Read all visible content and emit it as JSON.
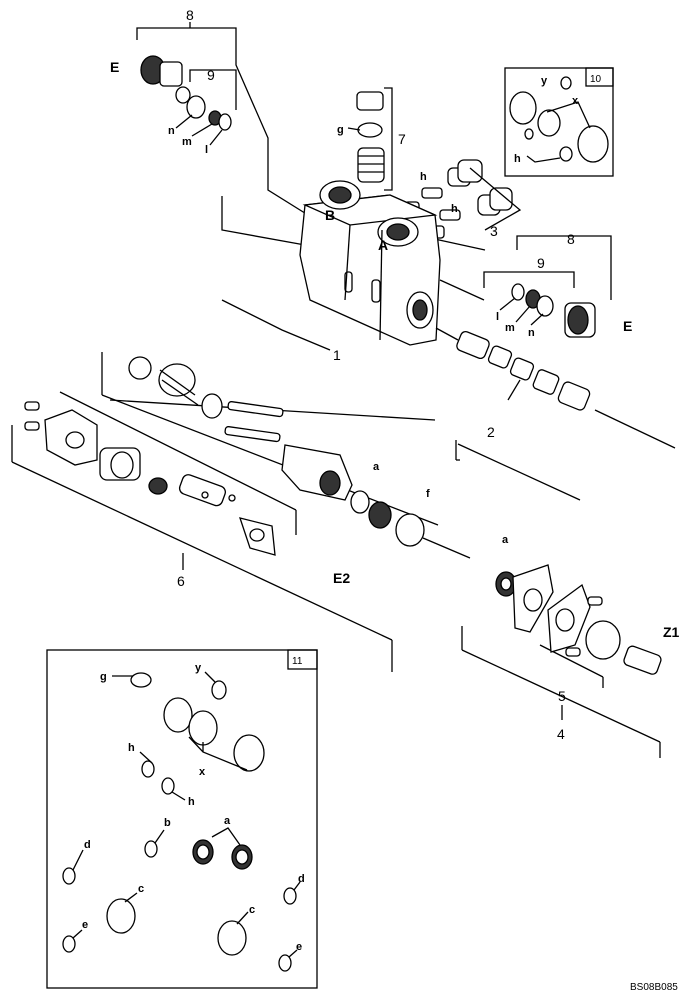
{
  "callouts": {
    "c1": "1",
    "c2": "2",
    "c3": "3",
    "c4": "4",
    "c5": "5",
    "c6": "6",
    "c7": "7",
    "c8_top": "8",
    "c8_right": "8",
    "c9_top": "9",
    "c9_right": "9",
    "c10": "10",
    "c11": "11"
  },
  "letters": {
    "E_top": "E",
    "E_right": "E",
    "E2": "E2",
    "Z1": "Z1",
    "B": "B",
    "A": "A",
    "n_top": "n",
    "m_top": "m",
    "l_top": "l",
    "l_right": "l",
    "m_right": "m",
    "n_right": "n",
    "g_top": "g",
    "h_top1": "h",
    "h_top2": "h",
    "y_10": "y",
    "x_10": "x",
    "h_10": "h",
    "a_mid": "a",
    "f_mid": "f",
    "a_low": "a",
    "g_11": "g",
    "y_11": "y",
    "h_11a": "h",
    "x_11": "x",
    "h_11b": "h",
    "a_11": "a",
    "b_11": "b",
    "d_11l": "d",
    "d_11r": "d",
    "c_11l": "c",
    "c_11r": "c",
    "e_11l": "e",
    "e_11r": "e"
  },
  "reference": "BS08B085"
}
